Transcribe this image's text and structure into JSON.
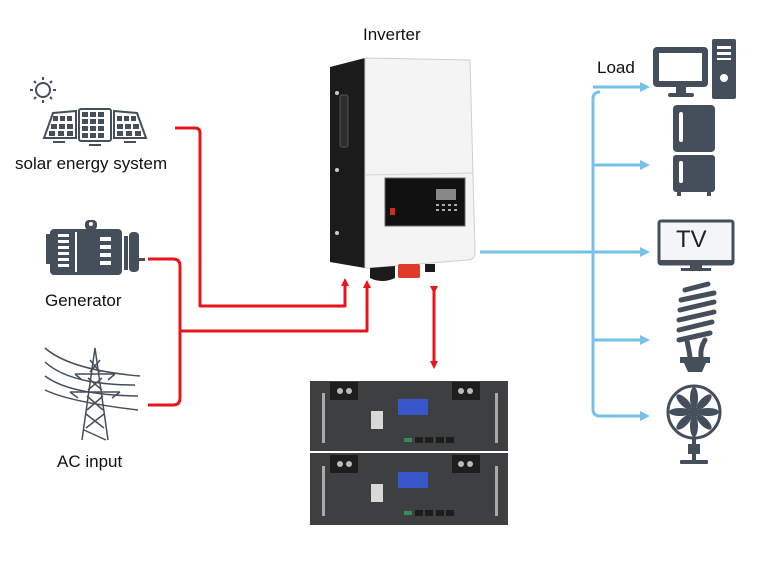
{
  "title": "Inverter",
  "sources": [
    {
      "id": "solar",
      "label": "solar energy system",
      "icon": "solar-panel-icon"
    },
    {
      "id": "generator",
      "label": "Generator",
      "icon": "generator-icon"
    },
    {
      "id": "ac",
      "label": "AC input",
      "icon": "power-tower-icon"
    }
  ],
  "storage": {
    "label": "",
    "icon": "battery-rack-icon",
    "modules": 2
  },
  "load": {
    "label": "Load",
    "items": [
      {
        "id": "computer",
        "icon": "computer-icon"
      },
      {
        "id": "fridge",
        "icon": "refrigerator-icon"
      },
      {
        "id": "tv",
        "icon": "tv-icon",
        "text": "TV"
      },
      {
        "id": "bulb",
        "icon": "light-bulb-icon"
      },
      {
        "id": "fan",
        "icon": "fan-icon"
      }
    ]
  },
  "colors": {
    "input_line": "#e8141b",
    "output_line": "#74c2e8",
    "icon": "#454f5b",
    "inverter_body": "#f4f4f4",
    "inverter_dark": "#1b1b1b",
    "battery": "#3e3f41",
    "lcd": "#3856c9"
  }
}
